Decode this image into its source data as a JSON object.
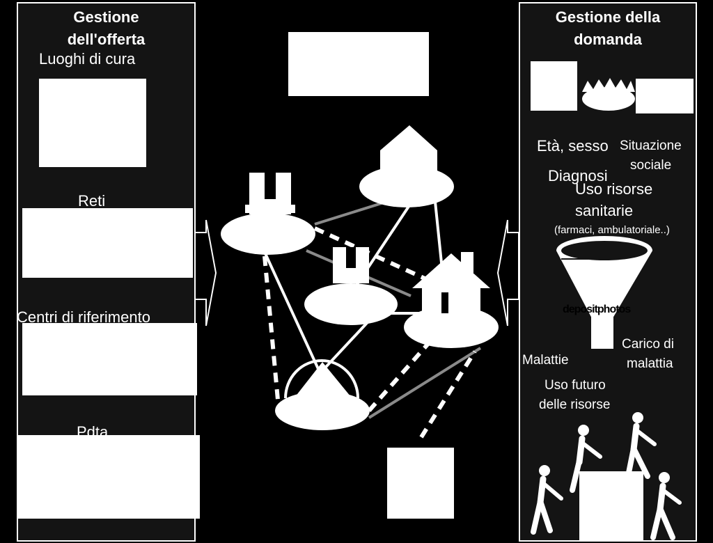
{
  "left_panel": {
    "title_line1": "Gestione",
    "title_line2": "dell'offerta",
    "labels": {
      "luoghi": "Luoghi di cura",
      "reti": "Reti",
      "centri": "Centri di riferimento",
      "pdta": "Pdta"
    }
  },
  "right_panel": {
    "title_line1": "Gestione della",
    "title_line2": "domanda",
    "labels": {
      "eta_sesso": "Età, sesso",
      "situazione": "Situazione",
      "sociale": "sociale",
      "diagnosi": "Diagnosi",
      "uso_risorse": "Uso risorse",
      "sanitarie": "sanitarie",
      "farmaci": "(farmaci, ambulatoriale..)",
      "watermark": "depositphotos",
      "carico": "Carico di",
      "malattia": "malattia",
      "malattie": "Malattie",
      "uso_futuro": "Uso futuro",
      "delle_risorse": "delle risorse"
    }
  },
  "colors": {
    "background": "#000000",
    "panel": "#141414",
    "foreground": "#ffffff",
    "link_gray": "#8a8a8a"
  }
}
